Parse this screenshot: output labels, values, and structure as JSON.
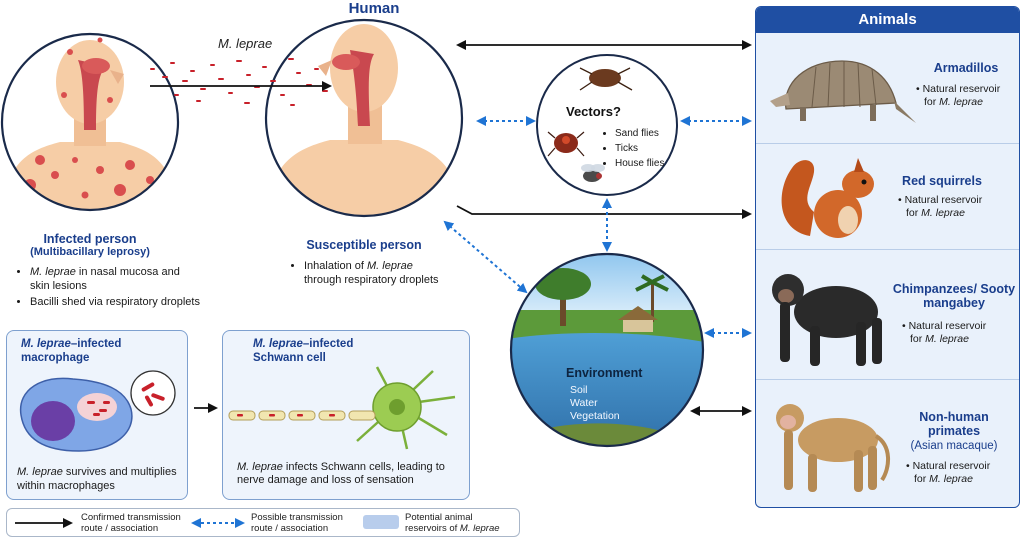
{
  "header": {
    "human_title": "Human",
    "pathogen_label": "M. leprae"
  },
  "infected": {
    "title": "Infected person",
    "subtitle": "(Multibacillary leprosy)",
    "bullet1_a": "M. leprae",
    "bullet1_b": " in nasal mucosa and skin lesions",
    "bullet2": "Bacilli shed via respiratory droplets"
  },
  "susceptible": {
    "title": "Susceptible person",
    "bullet_a": "Inhalation of ",
    "bullet_b": "M. leprae",
    "bullet_c": " through respiratory droplets"
  },
  "vectors": {
    "title": "Vectors?",
    "items": [
      "Sand flies",
      "Ticks",
      "House flies"
    ]
  },
  "environment": {
    "title": "Environment",
    "items": [
      "Soil",
      "Water",
      "Vegetation"
    ]
  },
  "macrophage": {
    "title_a": "M. leprae",
    "title_b": "–infected macrophage",
    "note_a": "M. leprae",
    "note_b": " survives and multiplies within macrophages"
  },
  "schwann": {
    "title_a": "M. leprae",
    "title_b": "–infected Schwann cell",
    "note_a": "M. leprae",
    "note_b": " infects Schwann cells, leading to nerve damage and loss of sensation"
  },
  "animals": {
    "title": "Animals",
    "items": [
      {
        "name": "Armadillos",
        "sub": "",
        "note_a": "Natural reservoir",
        "note_b": "for ",
        "note_c": "M. leprae"
      },
      {
        "name": "Red squirrels",
        "sub": "",
        "note_a": "Natural reservoir",
        "note_b": "for ",
        "note_c": "M. leprae"
      },
      {
        "name": "Chimpanzees/ Sooty mangabey",
        "sub": "",
        "note_a": "Natural reservoir",
        "note_b": "for ",
        "note_c": "M. leprae"
      },
      {
        "name": "Non-human primates",
        "sub": "(Asian macaque)",
        "note_a": "Natural reservoir",
        "note_b": "for ",
        "note_c": "M. leprae"
      }
    ]
  },
  "legend": {
    "confirmed": "Confirmed transmission route / association",
    "possible": "Possible transmission route / association",
    "reservoir_a": "Potential animal reservoirs of ",
    "reservoir_b": "M. leprae"
  },
  "colors": {
    "accent": "#1a3e8c",
    "dotted": "#1f74d4",
    "skin": "#f6cda6",
    "lesion": "#d94e4e",
    "bacilli": "#c8202a",
    "panel": "#eef4fc",
    "animals_header": "#1f4fa3"
  },
  "icons": [
    "lungs-icon",
    "bed-bug-icon",
    "tick-icon",
    "fly-icon",
    "armadillo-icon",
    "squirrel-icon",
    "chimpanzee-icon",
    "macaque-icon",
    "macrophage-icon",
    "neuron-icon"
  ]
}
